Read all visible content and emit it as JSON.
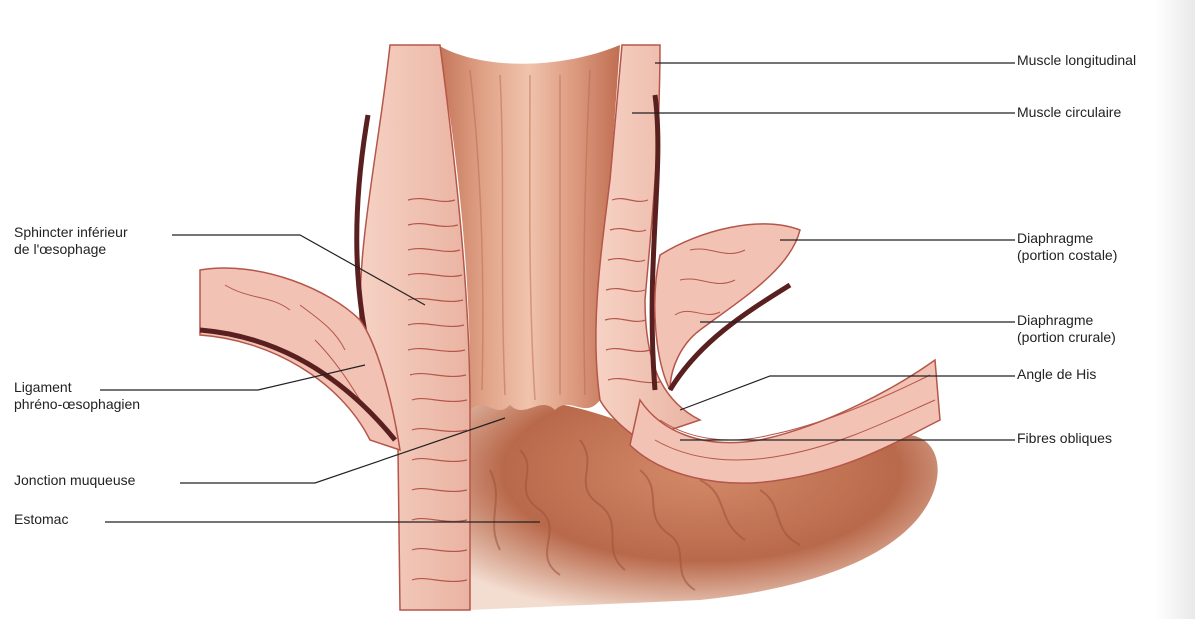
{
  "labels": {
    "muscle_longitudinal": "Muscle longitudinal",
    "muscle_circulaire": "Muscle circulaire",
    "diaphragme_costal": {
      "line1": "Diaphragme",
      "line2": "(portion costale)"
    },
    "diaphragme_crural": {
      "line1": "Diaphragme",
      "line2": "(portion crurale)"
    },
    "angle_his": "Angle de His",
    "fibres_obliques": "Fibres obliques",
    "sphincter": {
      "line1": "Sphincter inférieur",
      "line2": "de l'œsophage"
    },
    "ligament": {
      "line1": "Ligament",
      "line2": "phréno-œsophagien"
    },
    "jonction": "Jonction muqueuse",
    "estomac": "Estomac"
  },
  "colors": {
    "mucosa": "#c8775a",
    "mucosa_dark": "#a85a40",
    "muscle": "#f2c2b4",
    "muscle_line": "#b5564a",
    "ligament": "#5a1f1f",
    "leader": "#222222"
  }
}
